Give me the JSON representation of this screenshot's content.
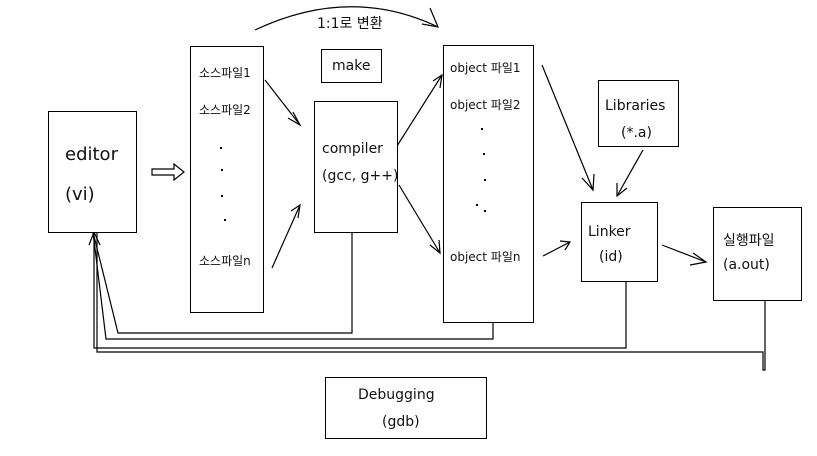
{
  "top_label": "1:1로 변환",
  "editor": {
    "title": "editor",
    "sub": "(vi)"
  },
  "sources": {
    "item1": "소스파일1",
    "item2": "소스파일2",
    "itemn": "소스파일n"
  },
  "make": {
    "label": "make"
  },
  "compiler": {
    "title": "compiler",
    "sub": "(gcc, g++)"
  },
  "objects": {
    "item1": "object 파일1",
    "item2": "object 파일2",
    "itemn": "object 파일n"
  },
  "libraries": {
    "title": "Libraries",
    "sub": "(*.a)"
  },
  "linker": {
    "title": "Linker",
    "sub": "(id)"
  },
  "executable": {
    "title": "실행파일",
    "sub": "(a.out)"
  },
  "debugging": {
    "title": "Debugging",
    "sub": "(gdb)"
  }
}
